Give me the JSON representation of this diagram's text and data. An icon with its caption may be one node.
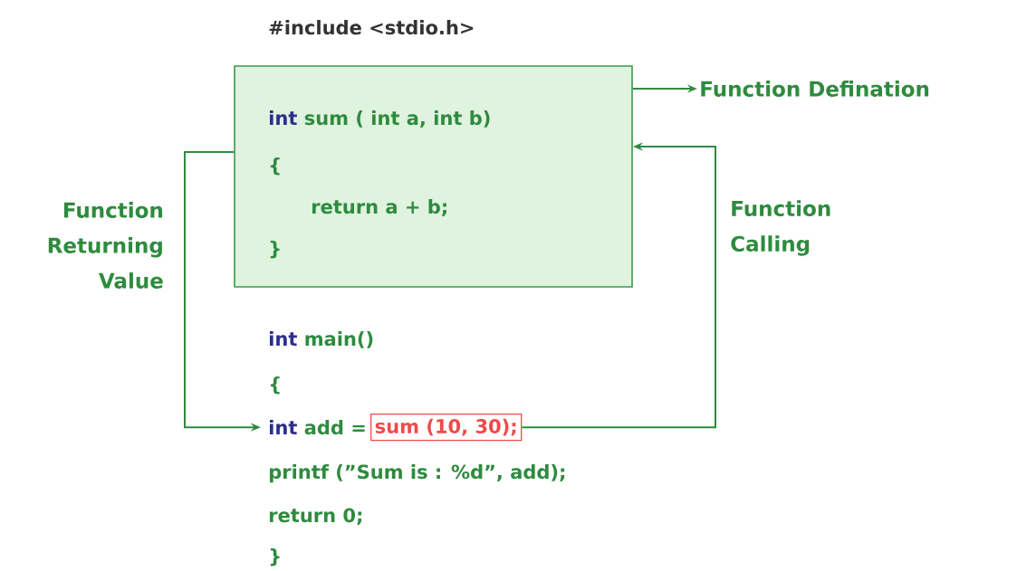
{
  "diagram": {
    "nodes": [
      {
        "text": [
          "int",
          "sum ( int a, int b)",
          "{",
          "return a + b;",
          "}"
        ]
      },
      {
        "text": [
          "sum (10, 30);"
        ]
      },
      {
        "text": [
          "Function Defination"
        ]
      },
      {
        "text": [
          "int",
          "add ="
        ]
      }
    ],
    "edges": [
      {
        "from": 0,
        "to": 2,
        "arrow": "to"
      },
      {
        "from": 1,
        "to": 0,
        "arrow": "to",
        "label": "Function Calling"
      },
      {
        "from": 0,
        "to": 3,
        "arrow": "to",
        "label": "Function Returning Value"
      }
    ],
    "labels": [
      "#include <stdio.h>",
      "int",
      "main()",
      "{",
      "printf (”Sum is : %d”, add);",
      "return 0;",
      "}"
    ]
  }
}
